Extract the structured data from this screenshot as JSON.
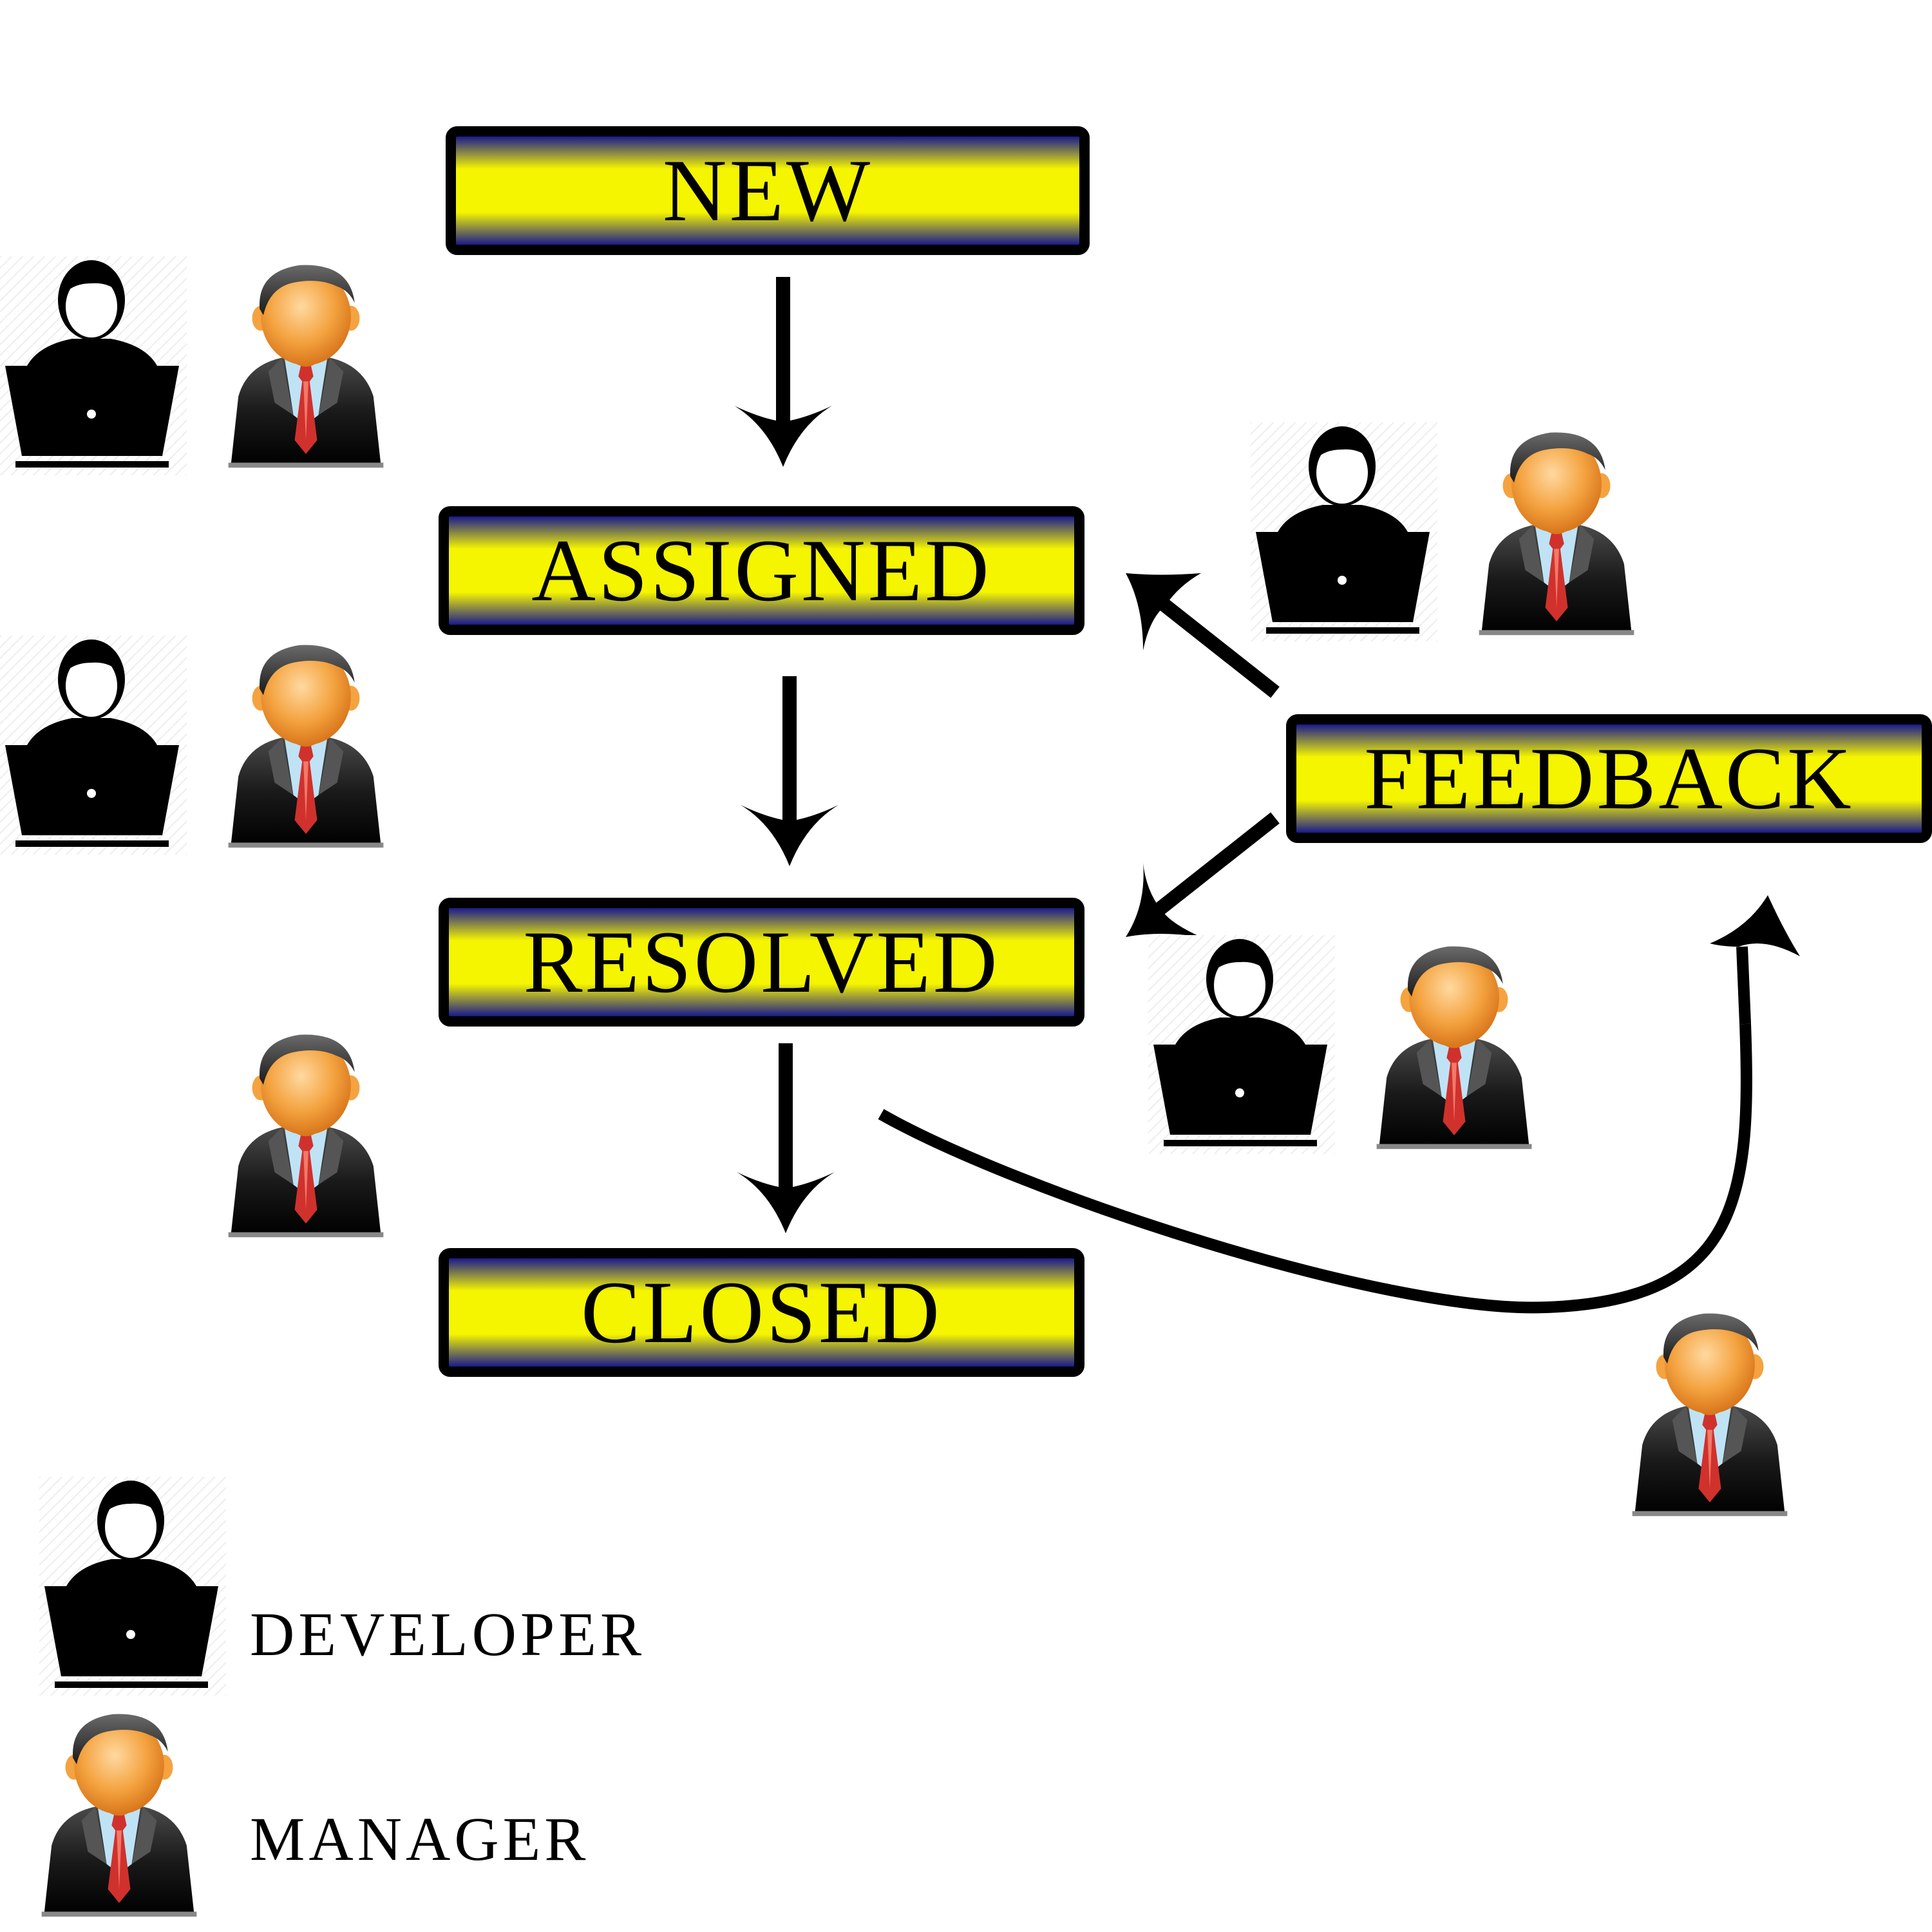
{
  "states": {
    "new": "NEW",
    "assigned": "ASSIGNED",
    "resolved": "RESOLVED",
    "closed": "CLOSED",
    "feedback": "FEEDBACK"
  },
  "legend": {
    "developer": "DEVELOPER",
    "manager": "MANAGER"
  },
  "colors": {
    "box_fill_center": "#f5f500",
    "box_fill_edge": "#1a1a8c",
    "box_border": "#000000",
    "arrow": "#000000",
    "manager_face": "#f4a340",
    "manager_tie": "#d0312d",
    "manager_shirt": "#bfe3f5"
  },
  "icons": {
    "developer": "developer-laptop-icon",
    "manager": "manager-suit-icon"
  }
}
